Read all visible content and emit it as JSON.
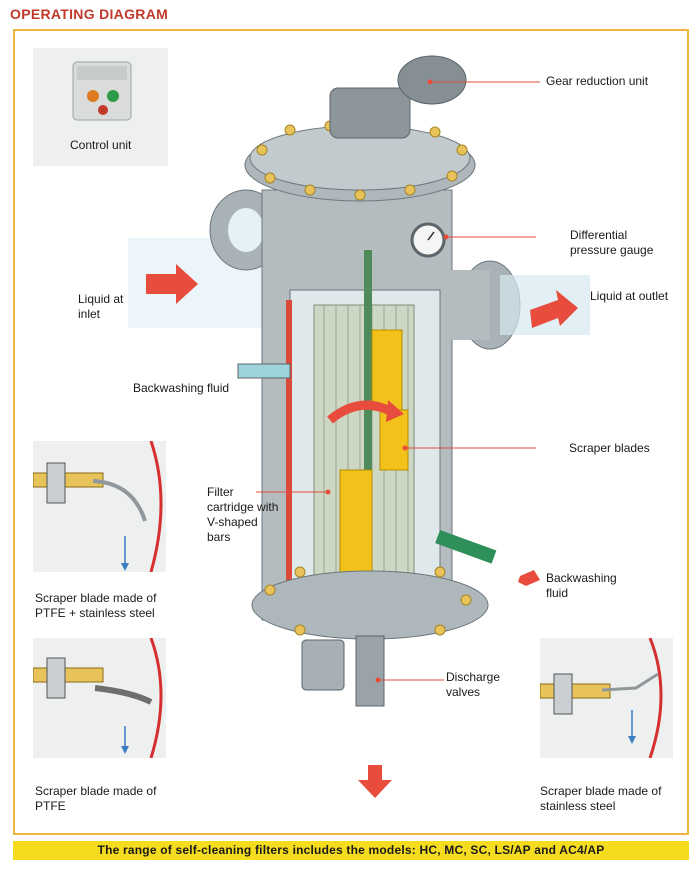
{
  "header": {
    "title": "OPERATING DIAGRAM"
  },
  "callouts": {
    "control_unit": "Control unit",
    "gear_reduction": "Gear reduction unit",
    "diff_gauge": "Differential\npressure gauge",
    "liquid_inlet": "Liquid at\ninlet",
    "liquid_outlet": "Liquid at outlet",
    "backwash_fluid_left": "Backwashing fluid",
    "scraper_blades": "Scraper blades",
    "filter_cartridge": "Filter\ncartridge with\nV-shaped\nbars",
    "backwash_fluid_right": "Backwashing\nfluid",
    "discharge_valves": "Discharge\nvalves"
  },
  "insets": {
    "ptfe_steel": "Scraper blade made of\nPTFE + stainless steel",
    "ptfe": "Scraper blade made of\nPTFE",
    "steel": "Scraper blade made of\nstainless steel"
  },
  "footer": {
    "text": "The range of self-cleaning filters includes the models: HC, MC, SC, LS/AP and AC4/AP"
  },
  "colors": {
    "accent_red": "#e74c3c",
    "frame_yellow": "#f0b43a",
    "footer_yellow": "#f5dc1f",
    "steel_grey": "#9aa3a8",
    "brass": "#e8c35a"
  }
}
